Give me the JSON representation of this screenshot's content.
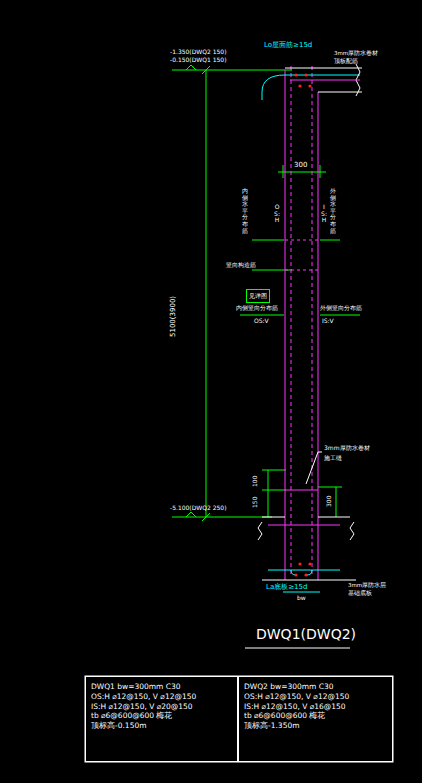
{
  "diagram": {
    "title": "DWQ1(DWQ2)",
    "nodes": [
      {
        "text": [
          "见详图"
        ]
      },
      {
        "text": [
          "DWQ1 bw=300mm C30",
          "OS:H ⌀12@150, V ⌀12@150",
          "IS:H ⌀12@150, V ⌀20@150",
          "tb ⌀6@600@600 梅花",
          "顶标高-0.150m"
        ]
      },
      {
        "text": [
          "DWQ2 bw=300mm C30",
          "OS:H ⌀12@150, V ⌀12@150",
          "IS:H ⌀12@150, V ⌀16@150",
          "tb ⌀6@600@600 梅花",
          "顶标高-1.350m"
        ]
      }
    ],
    "labels": [
      "-1.350(DWQ2 150)",
      "-0.150(DWQ1 150)",
      "Lo屋面筋≥15d",
      "3mm厚防水卷材",
      "顶板配筋",
      "300",
      "内侧水平分布筋",
      "OS:H",
      "外侧水平分布筋",
      "IS:H",
      "竖向构造筋",
      "内侧竖向分布筋",
      "OS:V",
      "外侧竖向分布筋",
      "IS:V",
      "5100(3900)",
      "3mm厚防水卷材",
      "施工缝",
      "100",
      "150",
      "300",
      "-5.100(DWQ2 250)",
      "La底板≥15d",
      "bw",
      "3mm厚防水层",
      "基础底板"
    ]
  }
}
